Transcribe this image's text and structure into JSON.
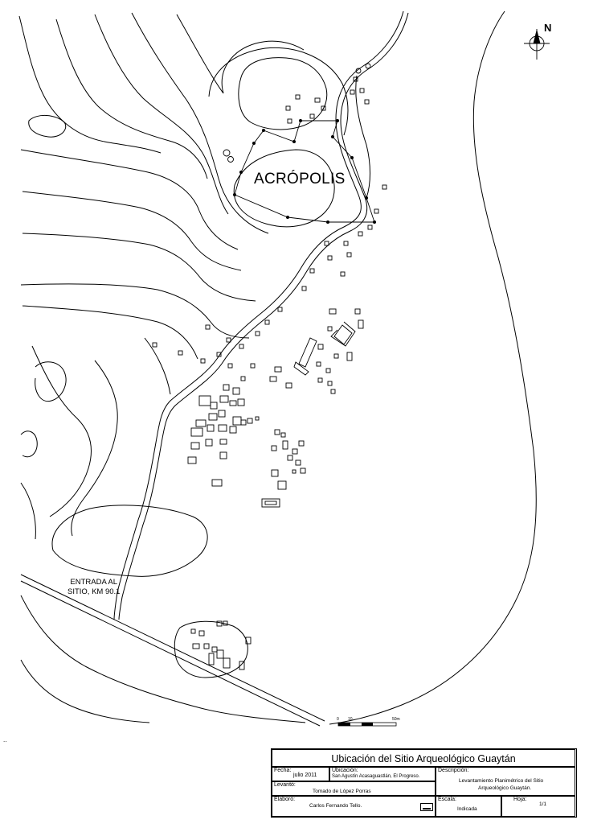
{
  "map": {
    "site_label": "ACRÓPOLIS",
    "entrance_line1": "ENTRADA AL",
    "entrance_line2": "SITIO, KM 90.1",
    "north_label": "N",
    "scale_ticks": [
      "0",
      "10",
      "50m"
    ],
    "stray_mark": "..",
    "colors": {
      "ink": "#000000",
      "paper": "#ffffff"
    }
  },
  "title_block": {
    "title": "Ubicación del Sitio Arqueológico Guaytán",
    "fecha_label": "Fecha:",
    "fecha_value": "julio 2011",
    "ubicacion_label": "Ubicación:",
    "ubicacion_value": "San Agustín Acasaguastlán, El Progreso.",
    "descripcion_label": "Descripción:",
    "descripcion_line1": "Levantamiento Planimétrico del Sitio",
    "descripcion_line2": "Arqueológico Guaytán.",
    "levanto_label": "Levantó:",
    "levanto_value": "Tomado de López Porras",
    "elaboro_label": "Elaboró:",
    "elaboro_value": "Carlos Fernando Tello.",
    "escala_label": "Escala:",
    "escala_value": "Indicada",
    "hoja_label": "Hoja:",
    "hoja_value": "1/1"
  }
}
